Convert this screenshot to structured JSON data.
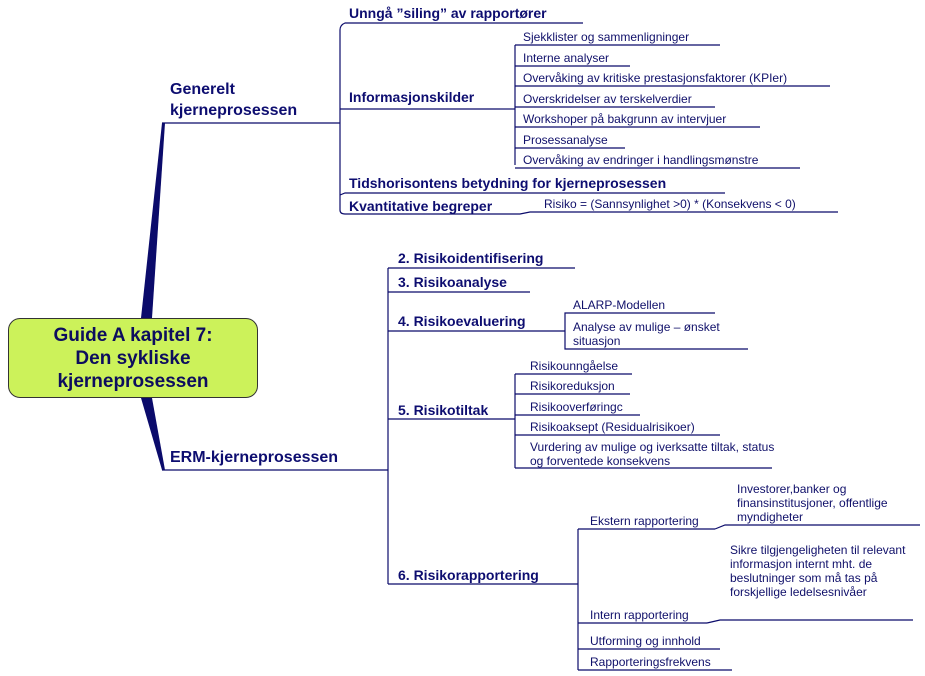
{
  "central_node": {
    "line1": "Guide A kapitel  7:",
    "line2": "Den sykliske",
    "line3": "kjerneprosessen"
  },
  "branches": {
    "general": {
      "label_line1": "Generelt",
      "label_line2": "kjerneprosessen",
      "children": {
        "avoid_filtering": "Unngå ”siling” av rapportører",
        "info_sources": {
          "label": "Informasjonskilder",
          "items": [
            "Sjekklister og sammenligninger",
            "Interne analyser",
            "Overvåking av kritiske prestasjonsfaktorer (KPIer)",
            "Overskridelser av terskelverdier",
            "Workshoper på bakgrunn av intervjuer",
            "Prosessanalyse",
            "Overvåking av endringer i handlingsmønstre"
          ]
        },
        "time_horizon": "Tidshorisontens betydning for kjerneprosessen",
        "quantitative": {
          "label": "Kvantitative begreper",
          "formula": "Risiko = (Sannsynlighet >0) * (Konsekvens < 0)"
        }
      }
    },
    "erm": {
      "label": "ERM-kjerneprosessen",
      "children": {
        "identification": "2. Risikoidentifisering",
        "analysis": "3. Risikoanalyse",
        "evaluation": {
          "label": "4. Risikoevaluering",
          "items": [
            "ALARP-Modellen",
            "Analyse av mulige – ønsket situasjon"
          ]
        },
        "measures": {
          "label": "5. Risikotiltak",
          "items": [
            "Risikounngåelse",
            "Risikoreduksjon",
            "Risikooverføringc",
            "Risikoaksept (Residualrisikoer)",
            "Vurdering av mulige og iverksatte tiltak, status og forventede konsekvens"
          ]
        },
        "reporting": {
          "label": "6. Risikorapportering",
          "external": {
            "label": "Ekstern rapportering",
            "detail": "Investorer,banker og finansinstitusjoner, offentlige myndigheter"
          },
          "internal": {
            "label": "Intern rapportering",
            "detail": "Sikre tilgjengeligheten til relevant informasjon internt mht. de beslutninger som må tas på forskjellige ledelsesnivåer"
          },
          "design": "Utforming og innhold",
          "frequency": "Rapporteringsfrekvens"
        }
      }
    }
  },
  "colors": {
    "node_fill": "#ccf25a",
    "line": "#0b0b6b",
    "text": "#0d0d70"
  }
}
